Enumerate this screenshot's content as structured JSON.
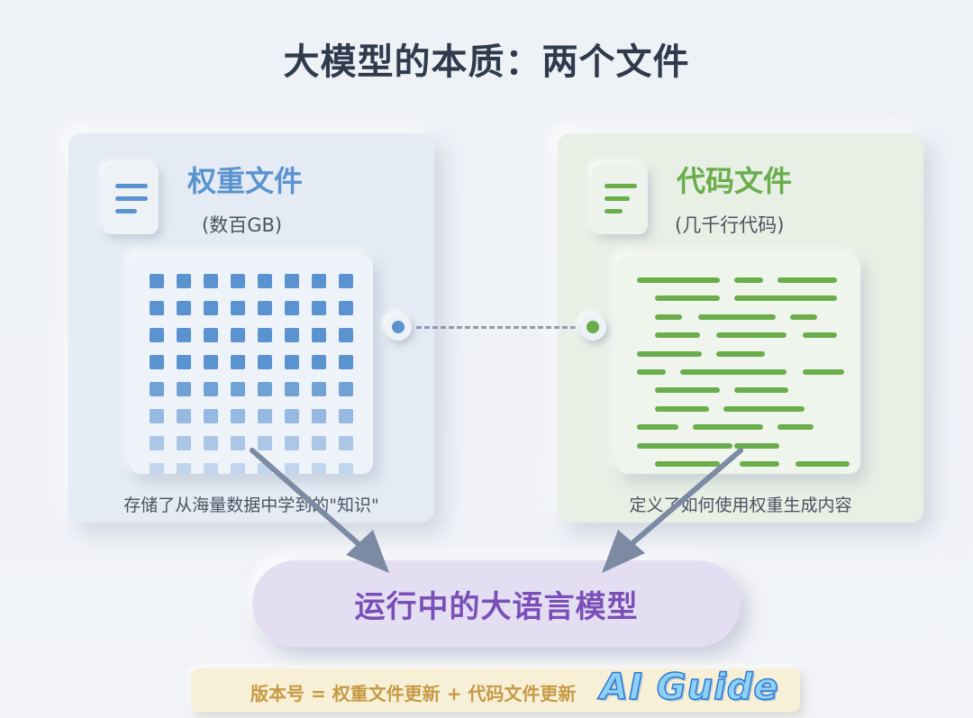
{
  "title": "大模型的本质：两个文件",
  "weights_panel": {
    "title": "权重文件",
    "subtitle": "(数百GB)",
    "caption": "存储了从海量数据中学到的\"知识\"",
    "accent": "#5b93cf",
    "icon": "document-lines-icon"
  },
  "code_panel": {
    "title": "代码文件",
    "subtitle": "(几千行代码)",
    "caption": "定义了如何使用权重生成内容",
    "accent": "#6aad4b",
    "icon": "document-lines-icon"
  },
  "result": {
    "label": "运行中的大语言模型",
    "color": "#7a4fb8"
  },
  "footer": {
    "text": "版本号 = 权重文件更新 + 代码文件更新"
  },
  "watermark": {
    "text": "AI Guide"
  }
}
